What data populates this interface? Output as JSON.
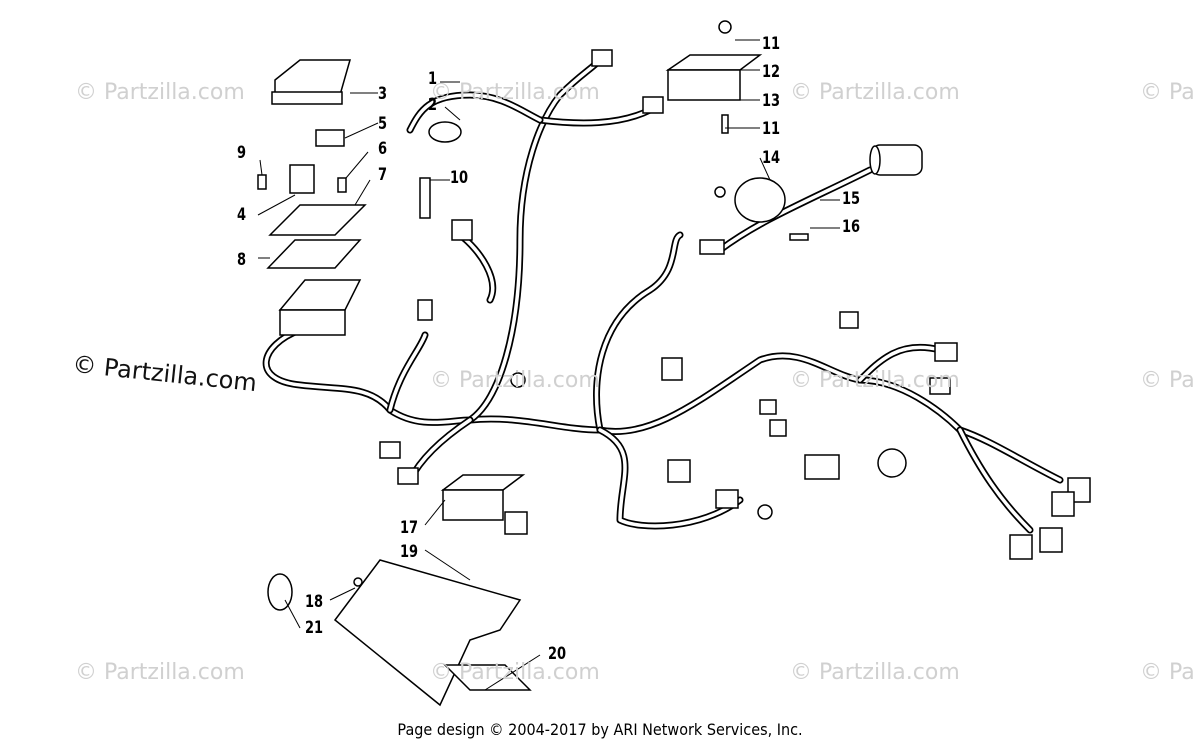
{
  "watermark": {
    "text": "© Partzilla.com",
    "text_partial": "© Pa"
  },
  "callouts": [
    "1",
    "2",
    "3",
    "4",
    "5",
    "6",
    "7",
    "8",
    "9",
    "10",
    "11",
    "11",
    "12",
    "13",
    "14",
    "15",
    "16",
    "17",
    "18",
    "19",
    "20",
    "21"
  ],
  "footer": "Page design © 2004-2017 by ARI Network Services, Inc."
}
